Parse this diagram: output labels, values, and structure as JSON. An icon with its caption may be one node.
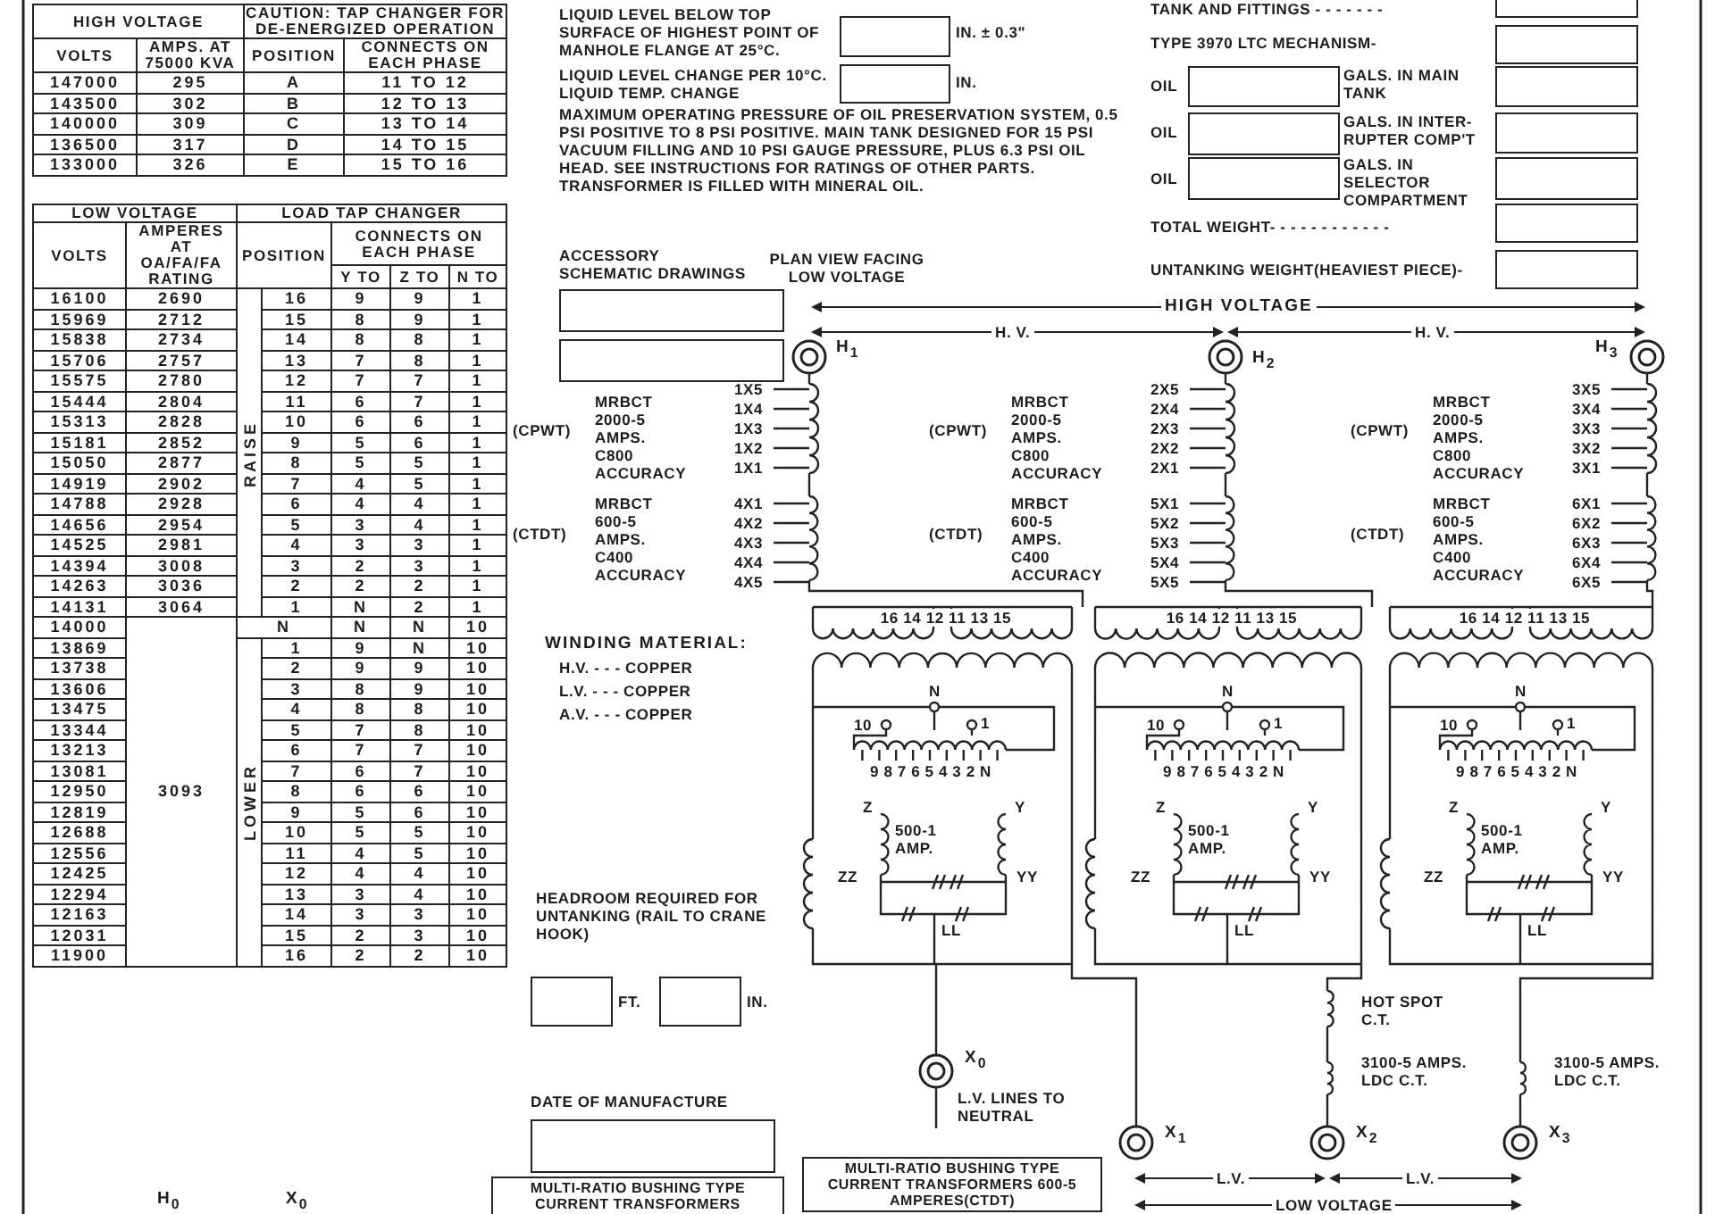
{
  "diagram": {
    "labels": [
      "HIGH VOLTAGE",
      "CAUTION: TAP CHANGER FOR DE-ENERGIZED OPERATION",
      "VOLTS",
      "AMPS. AT 75000 KVA",
      "POSITION",
      "CONNECTS ON EACH PHASE",
      "147000",
      "295",
      "A",
      "11 TO 12",
      "143500",
      "302",
      "B",
      "12 TO 13",
      "140000",
      "309",
      "C",
      "13 TO 14",
      "136500",
      "317",
      "D",
      "14 TO 15",
      "133000",
      "326",
      "E",
      "15 TO 16",
      "LOW VOLTAGE",
      "LOAD TAP CHANGER",
      "VOLTS",
      "AMPERES AT OA/FA/FA RATING",
      "POSITION",
      "CONNECTS ON EACH PHASE",
      "Y TO",
      "Z TO",
      "N TO",
      "16100",
      "2690",
      "16",
      "9",
      "9",
      "1",
      "15969",
      "2712",
      "15",
      "8",
      "9",
      "1",
      "15838",
      "2734",
      "14",
      "8",
      "8",
      "1",
      "15706",
      "2757",
      "13",
      "7",
      "8",
      "1",
      "15575",
      "2780",
      "12",
      "7",
      "7",
      "1",
      "15444",
      "2804",
      "11",
      "6",
      "7",
      "1",
      "15313",
      "2828",
      "10",
      "6",
      "6",
      "1",
      "15181",
      "2852",
      "9",
      "5",
      "6",
      "1",
      "15050",
      "2877",
      "8",
      "5",
      "5",
      "1",
      "14919",
      "2902",
      "7",
      "4",
      "5",
      "1",
      "14788",
      "2928",
      "6",
      "4",
      "4",
      "1",
      "14656",
      "2954",
      "5",
      "3",
      "4",
      "1",
      "14525",
      "2981",
      "4",
      "3",
      "3",
      "1",
      "14394",
      "3008",
      "3",
      "2",
      "3",
      "1",
      "14263",
      "3036",
      "2",
      "2",
      "2",
      "1",
      "14131",
      "3064",
      "1",
      "N",
      "2",
      "1",
      "14000",
      "3093",
      "N",
      "N",
      "N",
      "10",
      "13869",
      "1",
      "9",
      "N",
      "10",
      "13738",
      "2",
      "9",
      "9",
      "10",
      "13606",
      "3",
      "8",
      "9",
      "10",
      "13475",
      "4",
      "8",
      "8",
      "10",
      "13344",
      "5",
      "7",
      "8",
      "10",
      "13213",
      "6",
      "7",
      "7",
      "10",
      "13081",
      "7",
      "6",
      "7",
      "10",
      "12950",
      "8",
      "6",
      "6",
      "10",
      "12819",
      "9",
      "5",
      "6",
      "10",
      "12688",
      "10",
      "5",
      "5",
      "10",
      "12556",
      "11",
      "4",
      "5",
      "10",
      "12425",
      "12",
      "4",
      "4",
      "10",
      "12294",
      "13",
      "3",
      "4",
      "10",
      "12163",
      "14",
      "3",
      "3",
      "10",
      "12031",
      "15",
      "2",
      "3",
      "10",
      "11900",
      "16",
      "2",
      "2",
      "10",
      "RAISE",
      "LOWER",
      "LIQUID LEVEL BELOW TOP SURFACE OF HIGHEST POINT OF MANHOLE FLANGE AT 25°C.",
      "IN. ± 0.3\"",
      "LIQUID LEVEL CHANGE PER 10°C. LIQUID TEMP. CHANGE",
      "IN.",
      "MAXIMUM OPERATING PRESSURE OF OIL PRESERVATION SYSTEM, 0.5 PSI POSITIVE TO 8 PSI POSITIVE. MAIN TANK DESIGNED FOR 15 PSI VACUUM FILLING AND 10 PSI GAUGE PRESSURE, PLUS 6.3 PSI OIL HEAD. SEE INSTRUCTIONS FOR RATINGS OF OTHER PARTS. TRANSFORMER IS FILLED WITH MINERAL OIL.",
      "TANK AND FITTINGS - - - - - - -",
      "TYPE 3970 LTC MECHANISM-",
      "OIL",
      "GALS. IN MAIN TANK",
      "OIL",
      "GALS. IN INTER-RUPTER COMP'T",
      "OIL",
      "GALS. IN SELECTOR COMPARTMENT",
      "TOTAL WEIGHT- - - - - - - - - - - -",
      "UNTANKING WEIGHT(HEAVIEST PIECE)-",
      "ACCESSORY SCHEMATIC DRAWINGS",
      "PLAN VIEW FACING LOW VOLTAGE",
      "HIGH VOLTAGE",
      "H. V.",
      "H. V.",
      "H$_{1}$",
      "1X5",
      "1X4",
      "1X3",
      "1X2",
      "1X1",
      "(CPWT)",
      "MRBCT 2000-5 AMPS. C800 ACCURACY",
      "(CTDT)",
      "MRBCT 600-5 AMPS. C400 ACCURACY",
      "4X1",
      "4X2",
      "4X3",
      "4X4",
      "4X5",
      "H$_{2}$",
      "2X5",
      "2X4",
      "2X3",
      "2X2",
      "2X1",
      "(CPWT)",
      "MRBCT 2000-5 AMPS. C800 ACCURACY",
      "(CTDT)",
      "MRBCT 600-5 AMPS. C400 ACCURACY",
      "5X1",
      "5X2",
      "5X3",
      "5X4",
      "5X5",
      "H$_{3}$",
      "3X5",
      "3X4",
      "3X3",
      "3X2",
      "3X1",
      "(CPWT)",
      "MRBCT 2000-5 AMPS. C800 ACCURACY",
      "(CTDT)",
      "MRBCT 600-5 AMPS. C400 ACCURACY",
      "6X1",
      "6X2",
      "6X3",
      "6X4",
      "6X5",
      "WINDING MATERIAL:",
      "H.V. - - - COPPER",
      "L.V. - - - COPPER",
      "A.V. - - - COPPER",
      "16 14 12 11 13 15",
      "16 14 12 11 13 15",
      "16 14 12 11 13 15",
      "N",
      "10",
      "1",
      "9 8 7 6 5 4 3 2 N",
      "Z",
      "Y",
      "500-1 AMP.",
      "ZZ",
      "YY",
      "LL",
      "N",
      "10",
      "1",
      "9 8 7 6 5 4 3 2 N",
      "Z",
      "Y",
      "500-1 AMP.",
      "ZZ",
      "YY",
      "LL",
      "N",
      "10",
      "1",
      "9 8 7 6 5 4 3 2 N",
      "Z",
      "Y",
      "500-1 AMP.",
      "ZZ",
      "YY",
      "LL",
      "HEADROOM REQUIRED FOR UNTANKING (RAIL TO CRANE HOOK)",
      "FT.",
      "IN.",
      "DATE OF MANUFACTURE",
      "X$_{0}$",
      "L.V. LINES TO NEUTRAL",
      "X$_{1}$",
      "X$_{2}$",
      "X$_{3}$",
      "HOT SPOT C.T.",
      "3100-5 AMPS. LDC C.T.",
      "3100-5 AMPS. LDC C.T.",
      "L.V.",
      "L.V.",
      "LOW VOLTAGE",
      "MULTI-RATIO BUSHING TYPE CURRENT TRANSFORMERS",
      "MULTI-RATIO BUSHING TYPE CURRENT TRANSFORMERS 600-5 AMPERES(CTDT)",
      "H$_{0}$",
      "X$_{0}$"
    ]
  }
}
